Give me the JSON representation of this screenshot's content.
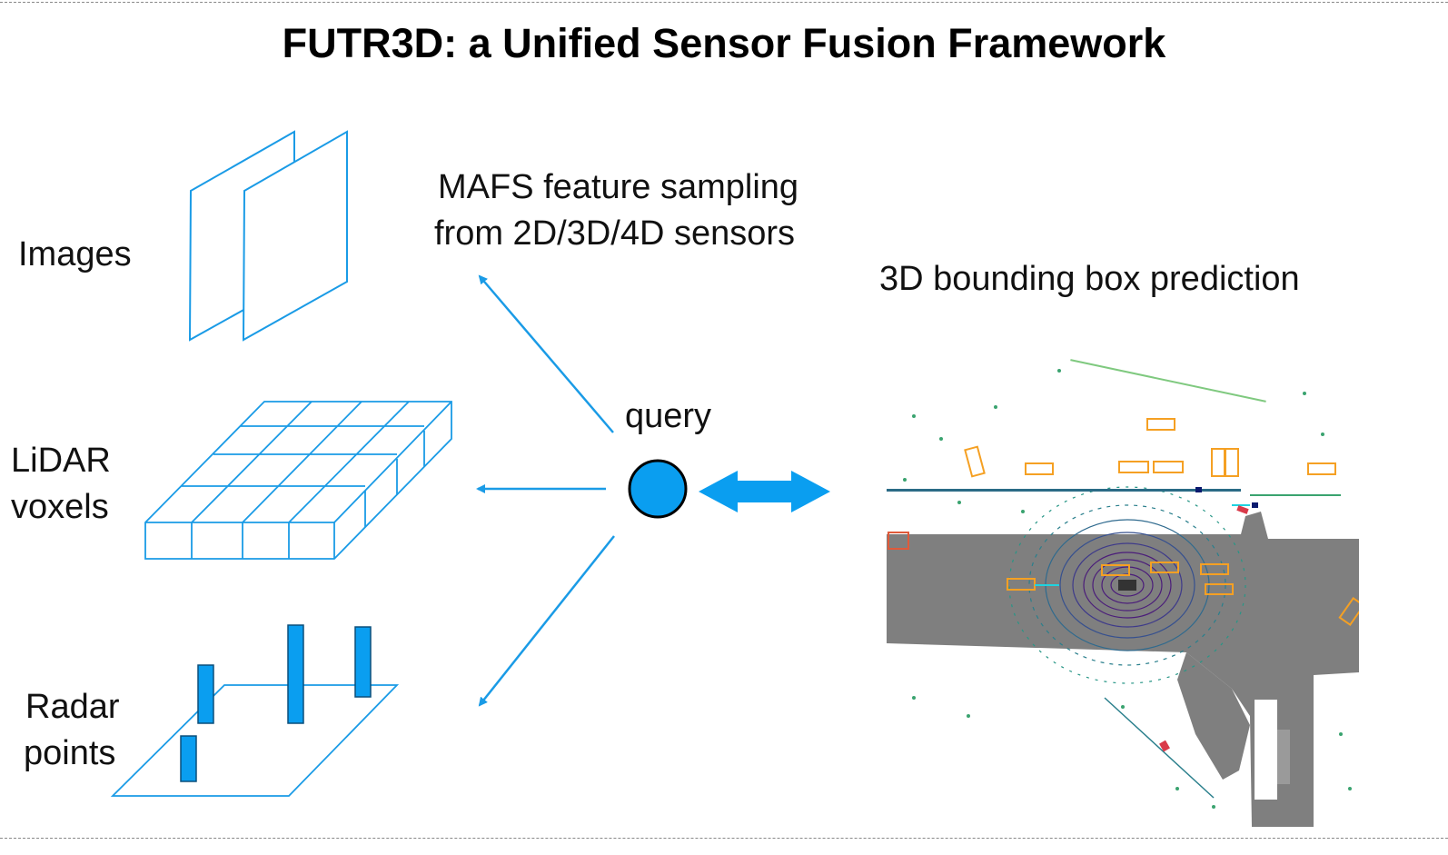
{
  "title": "FUTR3D: a Unified Sensor Fusion Framework",
  "inputs": {
    "images": "Images",
    "lidar_line1": "LiDAR",
    "lidar_line2": "voxels",
    "radar_line1": "Radar",
    "radar_line2": "points"
  },
  "mafs_line1": "MAFS feature sampling",
  "mafs_line2": "from 2D/3D/4D sensors",
  "query_label": "query",
  "output_label": "3D bounding box prediction",
  "colors": {
    "accent": "#1a9be6",
    "query_fill": "#0a9ef0",
    "box_orange": "#f5a023",
    "road_gray": "#7f7f7f",
    "lidar_purple": "#4b1d7a"
  }
}
